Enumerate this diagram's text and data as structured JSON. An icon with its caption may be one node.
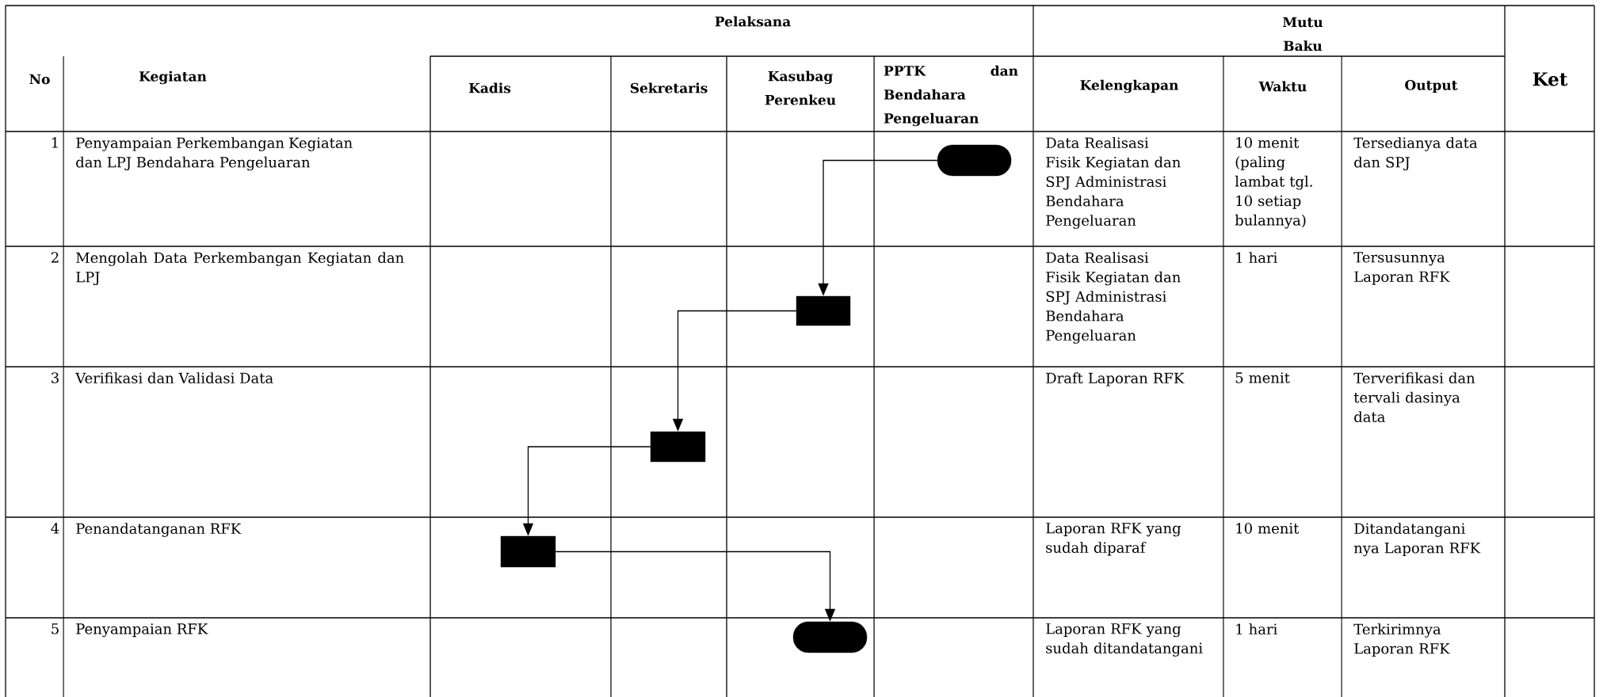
{
  "diagram": {
    "nodes": [
      {
        "text": [],
        "shape": "oval"
      },
      {
        "text": [],
        "shape": "box"
      },
      {
        "text": [],
        "shape": "box"
      },
      {
        "text": [],
        "shape": "box"
      },
      {
        "text": [],
        "shape": "oval"
      }
    ],
    "edges": [
      {
        "from": 0,
        "to": 1,
        "arrow": "to"
      },
      {
        "from": 1,
        "to": 2,
        "arrow": "to"
      },
      {
        "from": 2,
        "to": 3,
        "arrow": "to"
      },
      {
        "from": 3,
        "to": 4,
        "arrow": "to"
      }
    ],
    "labels": [
      "Pelaksana",
      "Mutu Baku",
      "No",
      "Kegiatan",
      "Kadis",
      "Sekretaris",
      "Kasubag Perenkeu",
      "PPTK dan Bendahara Pengeluaran",
      "Kelengkapan",
      "Waktu",
      "Output",
      "Ket",
      "1",
      "Penyampaian Perkembangan Kegiatan dan LPJ Bendahara Pengeluaran",
      "Data Realisasi Fisik Kegiatan dan SPJ Administrasi Bendahara Pengeluaran",
      "10 menit (paling lambat tgl. 10 setiap bulannya)",
      "Tersedianya data dan SPJ",
      "2",
      "Mengolah Data Perkembangan Kegiatan dan LPJ",
      "Data Realisasi Fisik Kegiatan dan SPJ Administrasi Bendahara Pengeluaran",
      "1 hari",
      "Tersusunnya Laporan RFK",
      "3",
      "Verifikasi dan Validasi Data",
      "Draft Laporan RFK",
      "5 menit",
      "Terverifikasi dan tervali dasinya data",
      "4",
      "Penandatanganan RFK",
      "Laporan RFK yang sudah diparaf",
      "10 menit",
      "Ditandatangani nya Laporan RFK",
      "5",
      "Penyampaian RFK",
      "Laporan RFK yang sudah ditandatangani",
      "1 hari",
      "Terkirimnya Laporan RFK"
    ]
  }
}
